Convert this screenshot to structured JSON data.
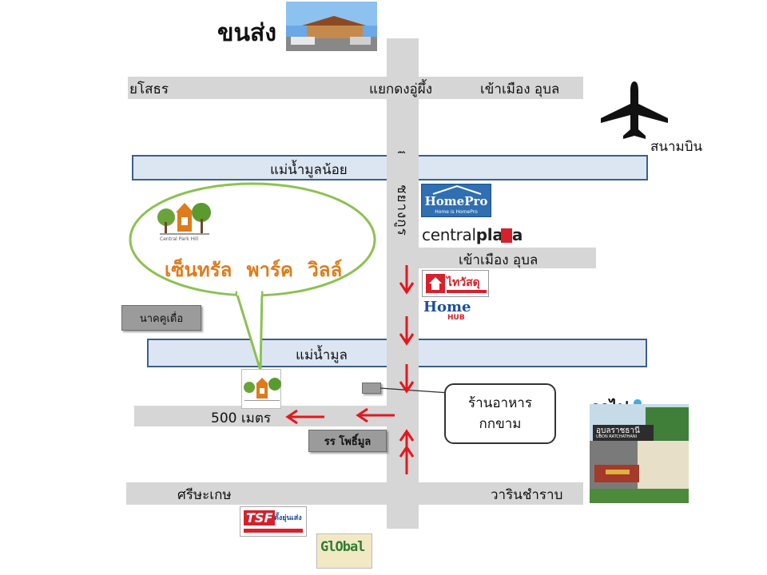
{
  "top": {
    "place": "ขนส่ง"
  },
  "roads": {
    "top_left": "ยโสธร",
    "top_center": "แยกดงอู่ผึ้ง",
    "top_right": "เข้าเมือง อุบล",
    "vertical": "ถนน ชยางกูร",
    "mid_right": "เข้าเมือง อุบล",
    "bottom_left": "ศรีษะเกษ",
    "bottom_right": "วารินชำราบ",
    "distance": "500 เมตร"
  },
  "rivers": {
    "upper": "แม่น้ำมูลน้อย",
    "lower": "แม่น้ำมูล"
  },
  "airport": {
    "label": "สนามบิน"
  },
  "project": {
    "name": "เซ็นทรัล พาร์ค วิลล์",
    "logo_text": "Central Park Hill"
  },
  "landmarks": {
    "nakhuduea": "นาคคูเดื่อ",
    "school": "รร โพธิ์มูล"
  },
  "restaurant": {
    "line1": "ร้านอาหาร",
    "line2": "กกขาม"
  },
  "train": {
    "label": "รถไฟ",
    "sign": "อุบลราชธานี",
    "sign_en": "UBON RATCHATHANI"
  },
  "stores": {
    "homepro": "HomePro",
    "homepro_tag": "Home is HomePro",
    "central_a": "central",
    "central_b": "pla",
    "central_c": "za",
    "thaiwatsadu": "ไทวัสดุ",
    "homehub_a": "Home",
    "homehub_b": "HUB",
    "tsf": "TSF",
    "tsf_name": "ตั้งยุ่นเส่ง",
    "global": "GlObal"
  },
  "colors": {
    "road": "#d6d6d6",
    "river_fill": "#dce6f2",
    "river_border": "#3a5f8f",
    "arrow": "#e3171e",
    "bubble_border": "#8cc152",
    "project_text": "#e07b1a"
  }
}
